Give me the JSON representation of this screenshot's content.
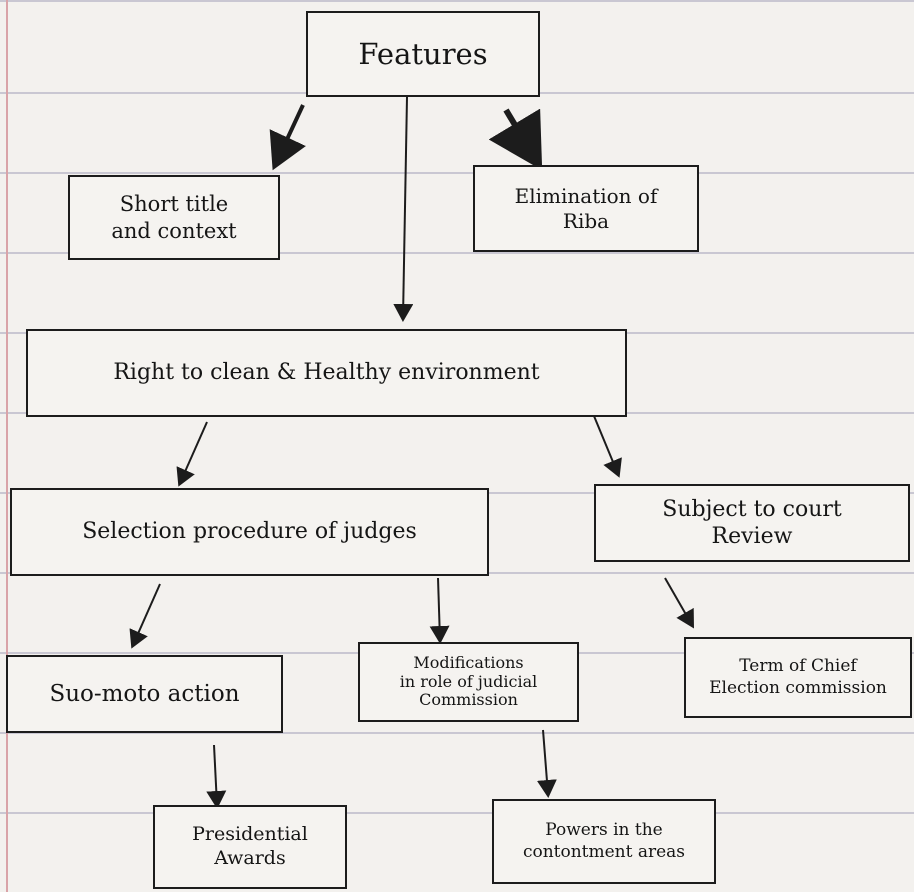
{
  "diagram": {
    "nodes": {
      "features": "Features",
      "short_title": "Short title\nand context",
      "elimination_riba": "Elimination of\nRiba",
      "right_clean_env": "Right to clean & Healthy environment",
      "selection_judges": "Selection procedure of judges",
      "subject_court": "Subject to court\nReview",
      "suo_moto": "Suo-moto action",
      "modifications": "Modifications\nin role of judicial\nCommission",
      "term_chief": "Term of Chief\nElection commission",
      "presidential": "Presidential\nAwards",
      "powers_cantonment": "Powers in the\ncontontment areas"
    },
    "edges": [
      [
        "features",
        "short_title"
      ],
      [
        "features",
        "elimination_riba"
      ],
      [
        "features",
        "right_clean_env"
      ],
      [
        "right_clean_env",
        "selection_judges"
      ],
      [
        "right_clean_env",
        "subject_court"
      ],
      [
        "selection_judges",
        "suo_moto"
      ],
      [
        "selection_judges",
        "modifications"
      ],
      [
        "subject_court",
        "term_chief"
      ],
      [
        "suo_moto",
        "presidential"
      ],
      [
        "modifications",
        "powers_cantonment"
      ]
    ],
    "colors": {
      "ink": "#1c1c1c",
      "paper": "#f3f1ee",
      "rule": "#c9c7d2"
    }
  }
}
